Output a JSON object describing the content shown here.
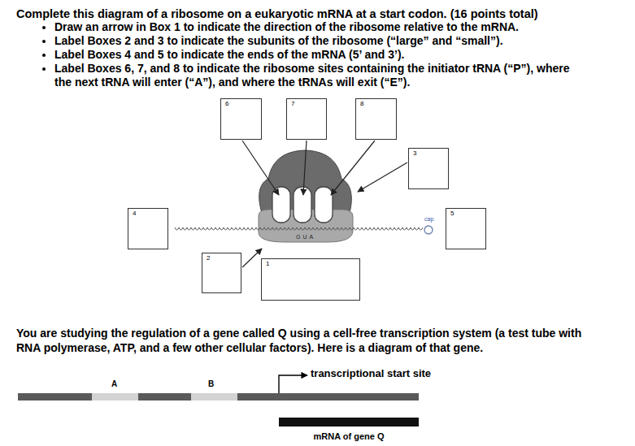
{
  "diagram": {
    "title": "Complete this diagram of a ribosome on a eukaryotic mRNA at a start codon. (16 points total)",
    "nodes": [
      {
        "text": [
          "6"
        ]
      },
      {
        "text": [
          "7"
        ]
      },
      {
        "text": [
          "8"
        ]
      },
      {
        "text": [
          "3"
        ]
      },
      {
        "text": [
          "4"
        ]
      },
      {
        "text": [
          "5"
        ]
      },
      {
        "text": [
          "2"
        ]
      },
      {
        "text": [
          "1"
        ]
      }
    ],
    "labels": [
      "Draw an arrow in Box 1 to indicate the direction of the ribosome relative to the mRNA.",
      "Label Boxes 2 and 3 to indicate the subunits of the ribosome (“large” and “small”).",
      "Label Boxes 4 and 5  to indicate the ends of the mRNA (5’ and 3’).",
      "Label Boxes 6, 7, and 8 to indicate the ribosome sites containing the initiator tRNA (“P”), where the next tRNA will enter (“A”), and where the tRNAs will exit (“E”).",
      "cap",
      "GUA",
      "You are studying the regulation of a gene called Q using a cell-free transcription system (a test tube with RNA polymerase, ATP, and a few other cellular factors). Here is a diagram of that gene.",
      "transcriptional start site",
      "A",
      "B",
      "mRNA of gene Q"
    ]
  }
}
